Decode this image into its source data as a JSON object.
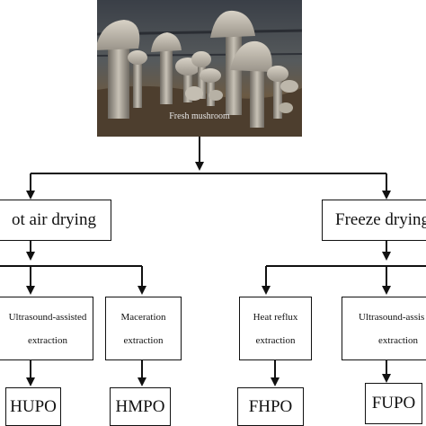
{
  "photo": {
    "caption": "Fresh mushroom"
  },
  "drying": {
    "left": "ot air drying",
    "right": "Freeze drying"
  },
  "extraction": {
    "left_a": [
      "Ultrasound-assisted",
      "extraction"
    ],
    "left_b": [
      "Maceration",
      "extraction"
    ],
    "right_a": [
      "Heat reflux",
      "extraction"
    ],
    "right_b": [
      "Ultrasound-assis",
      "extraction"
    ]
  },
  "products": {
    "hupo": "HUPO",
    "hmpo": "HMPO",
    "fhpo": "FHPO",
    "fupo": "FUPO"
  }
}
